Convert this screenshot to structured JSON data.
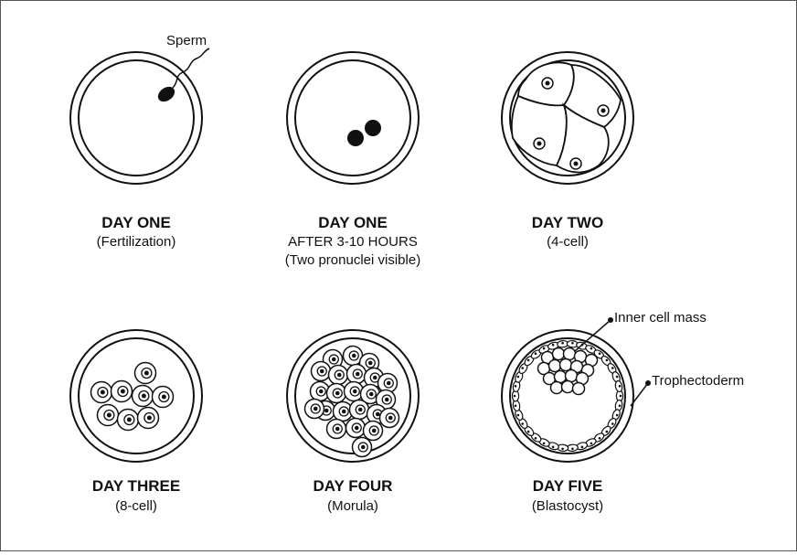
{
  "stages": [
    {
      "title": "DAY ONE",
      "lines": [
        "(Fertilization)"
      ]
    },
    {
      "title": "DAY ONE",
      "lines": [
        "AFTER 3-10 HOURS",
        "(Two pronuclei visible)"
      ]
    },
    {
      "title": "DAY TWO",
      "lines": [
        "(4-cell)"
      ]
    },
    {
      "title": "DAY THREE",
      "lines": [
        "(8-cell)"
      ]
    },
    {
      "title": "DAY FOUR",
      "lines": [
        "(Morula)"
      ]
    },
    {
      "title": "DAY FIVE",
      "lines": [
        "(Blastocyst)"
      ]
    }
  ],
  "labels": {
    "sperm": "Sperm",
    "inner_cell_mass": "Inner cell mass",
    "trophectoderm": "Trophectoderm"
  },
  "colors": {
    "ink": "#111111",
    "background": "#ffffff",
    "border": "#555555"
  }
}
